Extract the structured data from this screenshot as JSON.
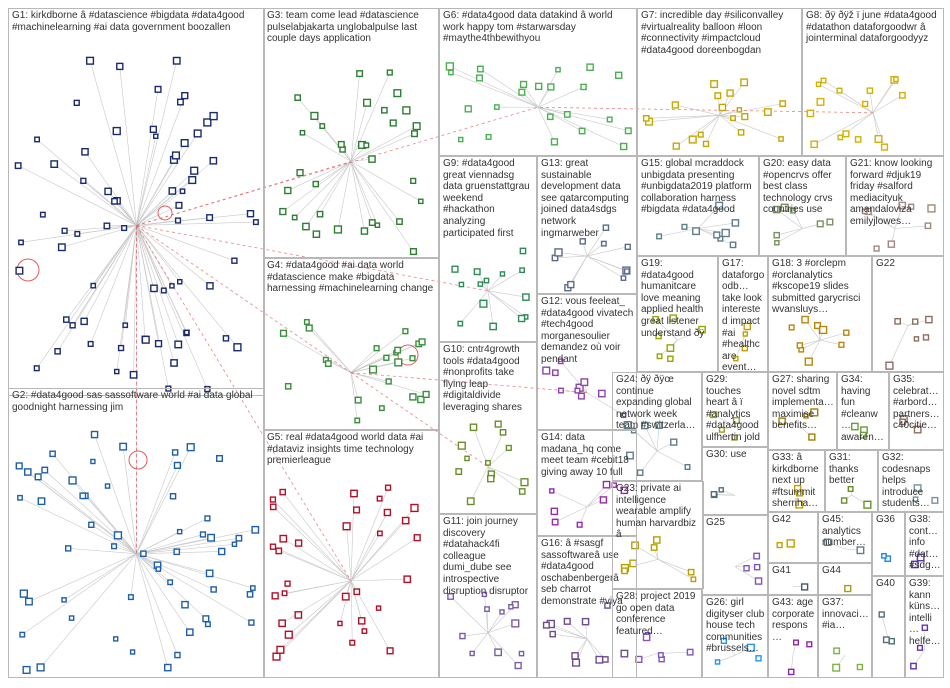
{
  "groups": [
    {
      "id": "G1",
      "label": "G1: kirkdborne â #datascience #bigdata #data4good #machinelearning #ai data government boozallen",
      "color": "#1a2a6c"
    },
    {
      "id": "G2",
      "label": "G2: #data4good sas sassoftware world #ai data global goodnight harnessing jim",
      "color": "#1f5fa8"
    },
    {
      "id": "G3",
      "label": "G3: team come lead #datascience pulselabjakarta unglobalpulse last couple days application",
      "color": "#2e7d32"
    },
    {
      "id": "G4",
      "label": "G4: #data4good #ai data world #datascience make #bigdata harnessing #machinelearning change",
      "color": "#388e3c"
    },
    {
      "id": "G5",
      "label": "G5: real #data4good world data #ai #dataviz insights time technology premierleague",
      "color": "#b0102a"
    },
    {
      "id": "G6",
      "label": "G6: #data4good data datakind â world work happy tom #starwarsday #maythe4thbewithyou",
      "color": "#4caf50"
    },
    {
      "id": "G7",
      "label": "G7: incredible day #siliconvalley #virtualreality balloon #loon #connectivity #impactcloud #data4good doreenbogdan",
      "color": "#c6a700"
    },
    {
      "id": "G8",
      "label": "G8: ðÿ ðÿž ï june #data4good #datathon dataforgoodwr â jointerminal dataforgoodyyz",
      "color": "#d4b000"
    },
    {
      "id": "G9",
      "label": "G9: #data4good great viennadsg data gruenstattgrau weekend #hackathon analyzing participated first",
      "color": "#2e8b57"
    },
    {
      "id": "G10",
      "label": "G10: cntr4growth tools #data4good #nonprofits take flying leap #digitaldivide leveraging shares",
      "color": "#6a8f2a"
    },
    {
      "id": "G11",
      "label": "G11: join journey discovery #datahack4fi colleague dumi_dube see introspective disruption disruptor",
      "color": "#7b5ea7"
    },
    {
      "id": "G12",
      "label": "G12: vous feeleat_ #data4good vivatech #tech4good morganesoulier demandez où voir pendant",
      "color": "#8e44ad"
    },
    {
      "id": "G13",
      "label": "G13: great sustainable development data see qatarcomputing joined data4sdgs network ingmarweber",
      "color": "#5b6c8a"
    },
    {
      "id": "G14",
      "label": "G14: data madana_hq come meet team #cebit18 giving away 10 full",
      "color": "#9c27b0"
    },
    {
      "id": "G15",
      "label": "G15: global mcraddock unbigdata presenting #unbigdata2019 platform collaboration harness #bigdata #data4good",
      "color": "#607d8b"
    },
    {
      "id": "G16",
      "label": "G16: â #sasgf sassoftwareâ use #data4good oschabenbergerâ seb charrot demonstrate #viya",
      "color": "#6d4c8d"
    },
    {
      "id": "G17",
      "label": "G17: dataforgoodb… take look interested impact #ai #healthcare event…",
      "color": "#c2a000"
    },
    {
      "id": "G18",
      "label": "G18: 3 #orclepm #orclanalytics #kscope19 slides submitted garycrisci wvansluys…",
      "color": "#b8860b"
    },
    {
      "id": "G19",
      "label": "G19: #data4good humanitcare love meaning applied health great listener understand ðÿ",
      "color": "#9aa400"
    },
    {
      "id": "G20",
      "label": "G20: easy data #opencrvs offer best class technology crvs countries use",
      "color": "#789262"
    },
    {
      "id": "G21",
      "label": "G21: know looking forward #djuk19 friday #salford mediacityuk amandaloviza emilyjlowes…",
      "color": "#a1887f"
    },
    {
      "id": "G22",
      "label": "G22",
      "color": "#8d6e63"
    },
    {
      "id": "G23",
      "label": "G23: private ai intelligence wearable amplify human harvardbiz â",
      "color": "#b8a000"
    },
    {
      "id": "G24",
      "label": "G24: ðÿ ðÿœ continue expanding global network week team #switzerla…",
      "color": "#607d8b"
    },
    {
      "id": "G25",
      "label": "G25",
      "color": "#7e57c2"
    },
    {
      "id": "G26",
      "label": "G26: girl digityser club house tech communities #brussels…",
      "color": "#2196f3"
    },
    {
      "id": "G27",
      "label": "G27: sharing novel sdtm implementa… maximise benefits…",
      "color": "#a08000"
    },
    {
      "id": "G28",
      "label": "G28: project 2019 go open data conference featured…",
      "color": "#7e57c2"
    },
    {
      "id": "G29",
      "label": "G29: touches heart â ï #analytics #data4good ulfhertin jold",
      "color": "#9e9d24"
    },
    {
      "id": "G30",
      "label": "G30: use",
      "color": "#546e7a"
    },
    {
      "id": "G31",
      "label": "G31: thanks better",
      "color": "#6a8f2a"
    },
    {
      "id": "G32",
      "label": "G32: codesnaps helps introduce students…",
      "color": "#78909c"
    },
    {
      "id": "G33",
      "label": "G33: â kirkdborne next up #ftsummit sherriha…",
      "color": "#c2a000"
    },
    {
      "id": "G34",
      "label": "G34: having fun #cleanw… awaren…",
      "color": "#689f38"
    },
    {
      "id": "G35",
      "label": "G35: celebrat… #arbord… partners… c40citie…",
      "color": "#8d6e63"
    },
    {
      "id": "G36",
      "label": "G36",
      "color": "#1e88e5"
    },
    {
      "id": "G37",
      "label": "G37: innovaci… #ia…",
      "color": "#7cb342"
    },
    {
      "id": "G38",
      "label": "G38: cont… info #dat… #sdg…",
      "color": "#5e35b1"
    },
    {
      "id": "G39",
      "label": "G39: kann küns… intelli… helfe…",
      "color": "#5e35b1"
    },
    {
      "id": "G40",
      "label": "G40",
      "color": "#546e7a"
    },
    {
      "id": "G41",
      "label": "G41",
      "color": "#455a64"
    },
    {
      "id": "G42",
      "label": "G42",
      "color": "#c0a000"
    },
    {
      "id": "G43",
      "label": "G43: age corporate respons…",
      "color": "#8e24aa"
    },
    {
      "id": "G44",
      "label": "G44",
      "color": "#9e9d24"
    },
    {
      "id": "G45",
      "label": "G45: analytics number…",
      "color": "#607d8b"
    }
  ],
  "colors": {
    "edge": "#c8c8c8",
    "highlight_edge": "#e35b5b",
    "border": "#b8b8b8"
  }
}
